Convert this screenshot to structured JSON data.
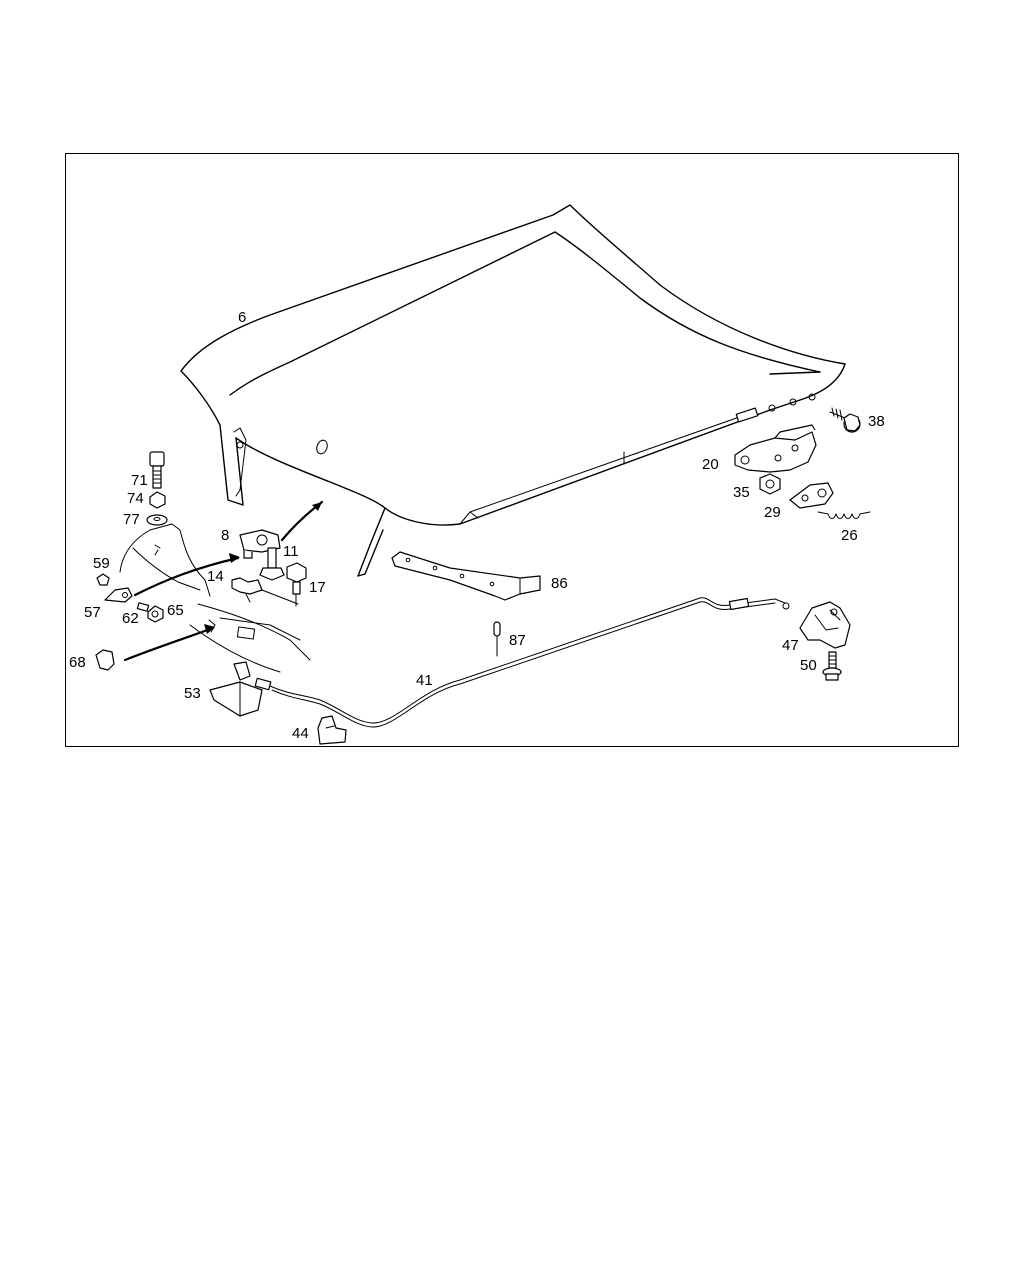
{
  "diagram": {
    "callouts": [
      {
        "id": "6",
        "text": "6"
      },
      {
        "id": "38",
        "text": "38"
      },
      {
        "id": "20",
        "text": "20"
      },
      {
        "id": "35",
        "text": "35"
      },
      {
        "id": "29",
        "text": "29"
      },
      {
        "id": "26",
        "text": "26"
      },
      {
        "id": "71",
        "text": "71"
      },
      {
        "id": "74",
        "text": "74"
      },
      {
        "id": "77",
        "text": "77"
      },
      {
        "id": "8",
        "text": "8"
      },
      {
        "id": "11",
        "text": "11"
      },
      {
        "id": "14",
        "text": "14"
      },
      {
        "id": "17",
        "text": "17"
      },
      {
        "id": "59",
        "text": "59"
      },
      {
        "id": "57",
        "text": "57"
      },
      {
        "id": "62",
        "text": "62"
      },
      {
        "id": "65",
        "text": "65"
      },
      {
        "id": "68",
        "text": "68"
      },
      {
        "id": "86",
        "text": "86"
      },
      {
        "id": "87",
        "text": "87"
      },
      {
        "id": "41",
        "text": "41"
      },
      {
        "id": "47",
        "text": "47"
      },
      {
        "id": "50",
        "text": "50"
      },
      {
        "id": "53",
        "text": "53"
      },
      {
        "id": "44",
        "text": "44"
      }
    ]
  }
}
